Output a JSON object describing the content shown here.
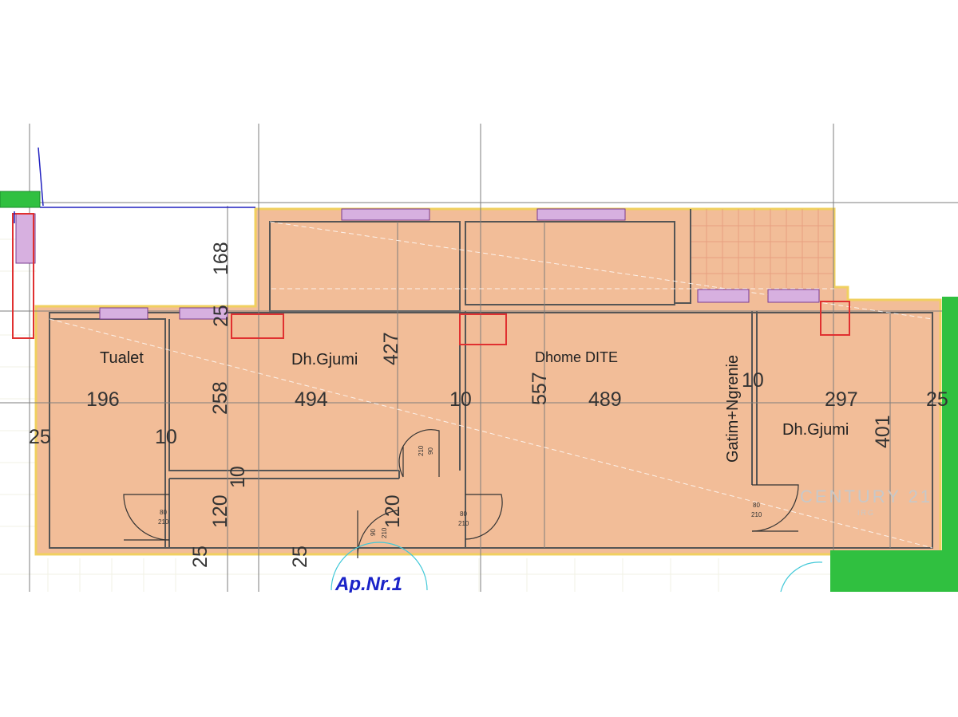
{
  "plan": {
    "title": "Ap.Nr.1",
    "rooms": {
      "tualet": "Tualet",
      "gjumi1": "Dh.Gjumi",
      "dite": "Dhome DITE",
      "gatim": "Gatim+Ngrenie",
      "gjumi2": "Dh.Gjumi"
    },
    "dims": {
      "d168": "168",
      "d25a": "25",
      "d427": "427",
      "d557": "557",
      "d196": "196",
      "d258": "258",
      "d494": "494",
      "d10a": "10",
      "d489": "489",
      "d10b": "10",
      "d297": "297",
      "d25b": "25",
      "d25c": "25",
      "d10c": "10",
      "d401": "401",
      "d10d": "10",
      "d120a": "120",
      "d120b": "120",
      "d25d": "25",
      "d25e": "25"
    },
    "doors": {
      "t_w": "80",
      "t_h": "210",
      "c_w": "90",
      "c_h": "210",
      "u_w": "90",
      "u_h": "210",
      "d_w": "80",
      "d_h": "210",
      "k_w": "80",
      "k_h": "210"
    },
    "watermark": "CENTURY 21",
    "watermark_sub": "IRG"
  },
  "colors": {
    "floor": "#f2bd98",
    "wall": "#555555",
    "outline": "#f0d060",
    "grid": "#8a8a8a",
    "window": "#b07ab8",
    "column": "#e03030",
    "balcony": "#30c040",
    "title": "#1a23c8"
  }
}
